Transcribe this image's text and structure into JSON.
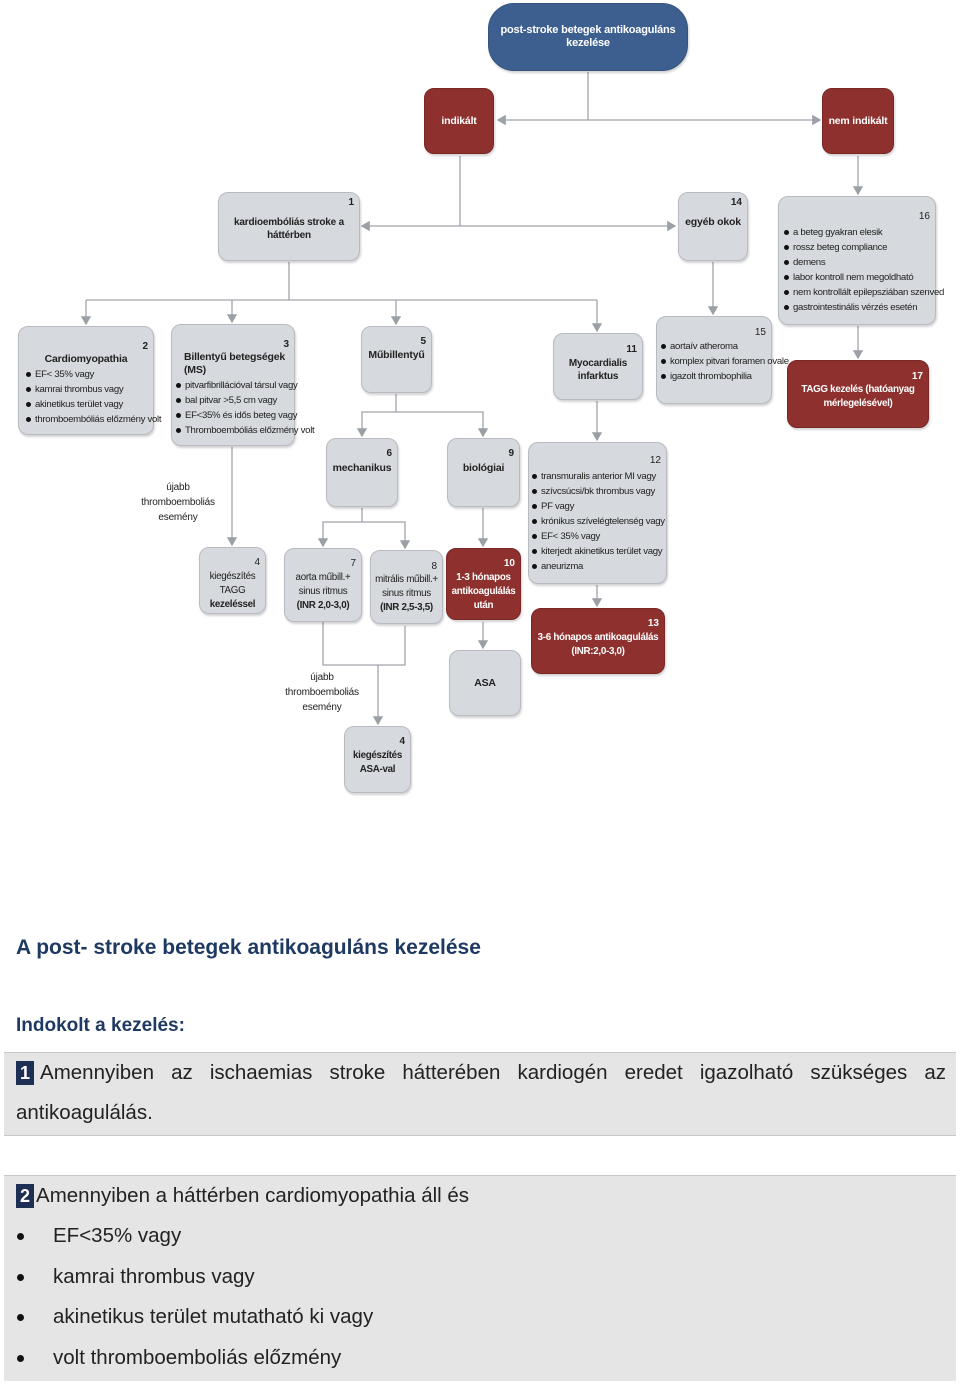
{
  "diagram": {
    "root": "post-stroke betegek antikoaguláns kezelése",
    "indikalt": "indikált",
    "nem_indikalt": "nem indikált",
    "n1": {
      "num": "1",
      "title": "kardioembóliás stroke a háttérben"
    },
    "n14": {
      "num": "14",
      "title": "egyéb okok"
    },
    "n16": {
      "num": "16",
      "items": [
        "a beteg gyakran elesik",
        "rossz beteg compliance",
        "demens",
        "labor kontroll nem megoldható",
        "nem kontrollált epilepsziában szenved",
        "gastrointestinális vérzés esetén"
      ]
    },
    "n2": {
      "num": "2",
      "title": "Cardiomyopathia",
      "items": [
        "EF< 35% vagy",
        "kamrai thrombus vagy",
        "akinetikus terület vagy",
        "thromboembóliás előzmény volt"
      ]
    },
    "n3": {
      "num": "3",
      "title": "Billentyű betegségek (MS)",
      "items": [
        "pitvarfibrillációval társul vagy",
        "bal pitvar >5,5 cm vagy",
        "EF<35% és idős beteg vagy",
        "Thromboembóliás előzmény volt"
      ]
    },
    "n5": {
      "num": "5",
      "title": "Műbillentyű"
    },
    "n11": {
      "num": "11",
      "title": "Myocardialis infarktus"
    },
    "n15": {
      "num": "15",
      "items": [
        "aortaív atheroma",
        "komplex pitvari foramen ovale",
        "igazolt thrombophilia"
      ]
    },
    "n17": {
      "num": "17",
      "line1": "TAGG kezelés (hatóanyag",
      "line2": "mérlegelésével)"
    },
    "n6": {
      "num": "6",
      "title": "mechanikus"
    },
    "n9": {
      "num": "9",
      "title": "biológiai"
    },
    "n12": {
      "num": "12",
      "items": [
        "transmuralis anterior MI vagy",
        "szívcsúcsi/bk thrombus vagy",
        "PF vagy",
        "krónikus szívelégtelenség vagy",
        "EF< 35% vagy",
        "kiterjedt akinetikus terület vagy",
        "aneurizma"
      ]
    },
    "ujabb1": {
      "l1": "újabb",
      "l2": "thromboemboliás",
      "l3": "esemény"
    },
    "n4a": {
      "num": "4",
      "l1": "kiegészítés TAGG",
      "l2": "kezeléssel"
    },
    "n7": {
      "num": "7",
      "l1": "aorta műbill.+",
      "l2": "sinus ritmus",
      "l3": "(INR 2,0-3,0)"
    },
    "n8": {
      "num": "8",
      "l1": "mitrális műbill.+",
      "l2": "sinus ritmus",
      "l3": "(INR 2,5-3,5)"
    },
    "n10": {
      "num": "10",
      "l1": "1-3 hónapos",
      "l2": "antikoagulálás",
      "l3": "után"
    },
    "n13": {
      "num": "13",
      "l1": "3-6 hónapos antikoagulálás",
      "l2": "(INR:2,0-3,0)"
    },
    "asa": "ASA",
    "ujabb2": {
      "l1": "újabb",
      "l2": "thromboemboliás",
      "l3": "esemény"
    },
    "n4b": {
      "num": "4",
      "l1": "kiegészítés",
      "l2": "ASA-val"
    }
  },
  "text": {
    "heading": "A post- stroke betegek antikoaguláns kezelése",
    "subheading": "Indokolt a kezelés:",
    "p1_num": "1",
    "p1_text": "Amennyiben az ischaemias stroke hátterében kardiogén eredet igazolható szükséges az antikoagulálás.",
    "p2_num": "2",
    "p2_text": "Amennyiben a háttérben cardiomyopathia áll és",
    "p2_items": [
      "EF<35% vagy",
      "kamrai thrombus vagy",
      "akinetikus terület mutatható ki vagy",
      "volt thromboemboliás előzmény"
    ]
  }
}
